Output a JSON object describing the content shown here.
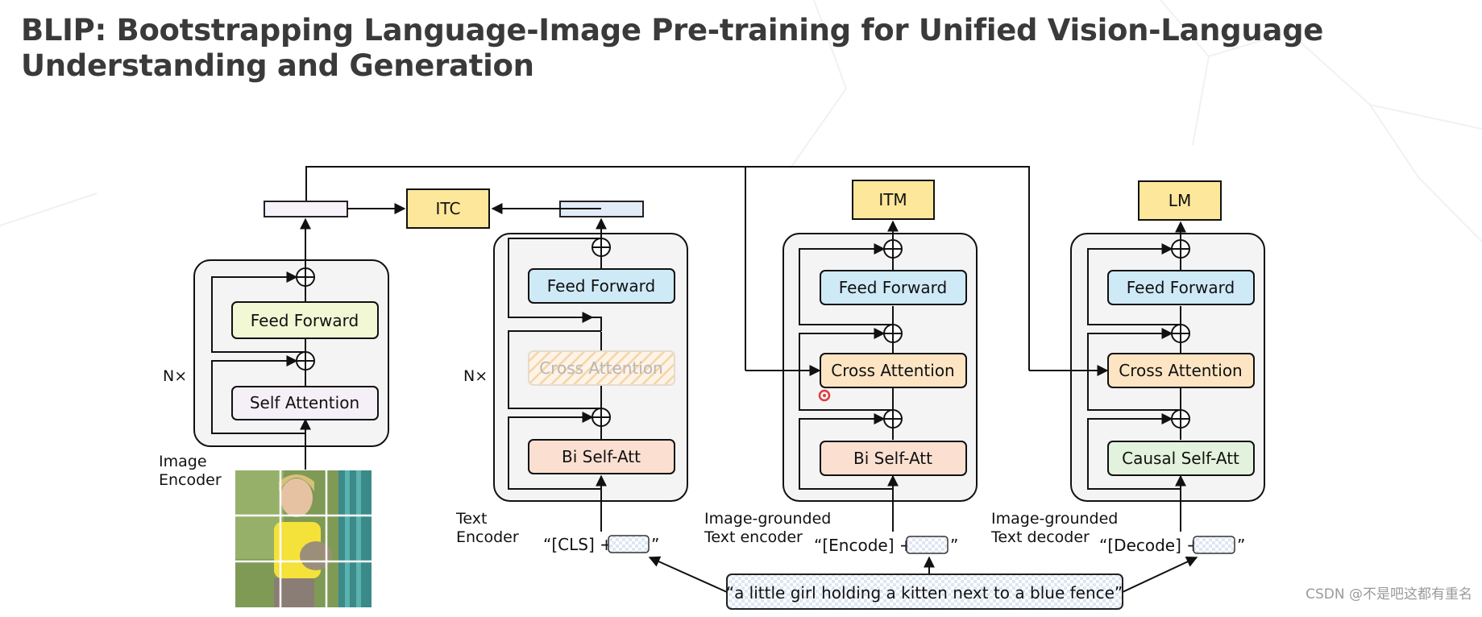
{
  "title": "BLIP: Bootstrapping Language-Image Pre-training for Unified Vision-Language Understanding and Generation",
  "image_encoder": {
    "label_line1": "Image",
    "label_line2": "Encoder",
    "repeat": "N×",
    "feed_forward": "Feed Forward",
    "self_attention": "Self Attention"
  },
  "itc": "ITC",
  "text_encoder": {
    "label_line1": "Text",
    "label_line2": "Encoder",
    "repeat": "N×",
    "feed_forward": "Feed Forward",
    "cross_attention": "Cross Attention",
    "bi_self_att": "Bi Self-Att",
    "input": "“[CLS] +",
    "input_end": "”"
  },
  "grounded_encoder": {
    "label_line1": "Image-grounded",
    "label_line2": "Text encoder",
    "head": "ITM",
    "feed_forward": "Feed Forward",
    "cross_attention": "Cross Attention",
    "bi_self_att": "Bi Self-Att",
    "input": "“[Encode] +",
    "input_end": "”"
  },
  "grounded_decoder": {
    "label_line1": "Image-grounded",
    "label_line2": "Text decoder",
    "head": "LM",
    "feed_forward": "Feed Forward",
    "cross_attention": "Cross Attention",
    "causal_self_att": "Causal Self-Att",
    "input": "“[Decode] +",
    "input_end": "”"
  },
  "caption": "“a little girl holding a kitten next to a blue fence”",
  "watermark": "CSDN @不是吧这都有重名",
  "colors": {
    "feed_forward_image": "#f2f7d4",
    "self_attention": "#f5f0f8",
    "feed_forward_text": "#cfeaf7",
    "cross_attention": "#fde5c4",
    "bi_self_att": "#fbe0d2",
    "causal_self_att": "#e3f2dc",
    "head": "#fde79a",
    "panel": "#f4f4f4"
  }
}
